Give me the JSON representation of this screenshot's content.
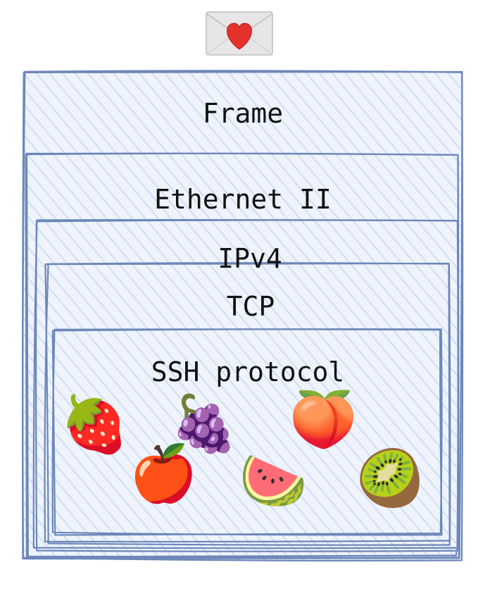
{
  "envelope_icon": "love-letter-icon",
  "envelope_glyph": "💌",
  "layers": [
    {
      "id": "frame",
      "label": "Frame"
    },
    {
      "id": "ethernet",
      "label": "Ethernet II"
    },
    {
      "id": "ipv4",
      "label": "IPv4"
    },
    {
      "id": "tcp",
      "label": "TCP"
    },
    {
      "id": "ssh",
      "label": "SSH protocol"
    }
  ],
  "fruits": [
    {
      "name": "strawberry-icon",
      "glyph": "🍓"
    },
    {
      "name": "grapes-icon",
      "glyph": "🍇"
    },
    {
      "name": "peach-icon",
      "glyph": "🍑"
    },
    {
      "name": "apple-icon",
      "glyph": "🍎"
    },
    {
      "name": "watermelon-icon",
      "glyph": "🍉"
    },
    {
      "name": "kiwi-icon",
      "glyph": "🥝"
    }
  ],
  "colors": {
    "stroke": "#6c87b8",
    "hatch": "#c9d7f0",
    "fill": "#eef3fc",
    "text": "#111111"
  }
}
